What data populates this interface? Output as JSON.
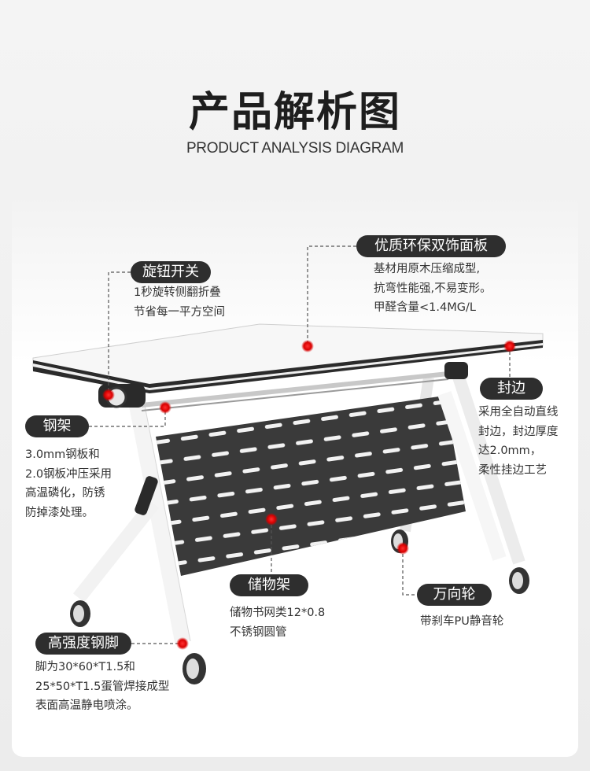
{
  "header": {
    "title": "产品解析图",
    "subtitle": "PRODUCT ANALYSIS DIAGRAM"
  },
  "callouts": {
    "knob": {
      "label": "旋钮开关",
      "lines": [
        "1秒旋转侧翻折叠",
        "节省每一平方空间"
      ]
    },
    "panel": {
      "label": "优质环保双饰面板",
      "lines": [
        "基材用原木压缩成型,",
        "抗弯性能强,不易变形。",
        "甲醛含量<1.4MG/L"
      ]
    },
    "edge": {
      "label": "封边",
      "lines": [
        "采用全自动直线",
        "封边，封边厚度",
        "达2.0mm，",
        "柔性挂边工艺"
      ]
    },
    "frame": {
      "label": "钢架",
      "lines": [
        "3.0mm钢板和",
        "2.0钢板冲压采用",
        "高温磷化，防锈",
        "防掉漆处理。"
      ]
    },
    "shelf": {
      "label": "储物架",
      "lines": [
        "储物书网类12*0.8",
        "不锈钢圆管"
      ]
    },
    "caster": {
      "label": "万向轮",
      "lines": [
        "带刹车PU静音轮"
      ]
    },
    "leg": {
      "label": "高强度钢脚",
      "lines": [
        "脚为30*60*T1.5和",
        "25*50*T1.5蛋管焊接成型",
        "表面高温静电喷涂。"
      ]
    }
  },
  "colors": {
    "pill": "#2e2e2e",
    "marker": "#e0141a",
    "panel": "#3a3a3a"
  }
}
